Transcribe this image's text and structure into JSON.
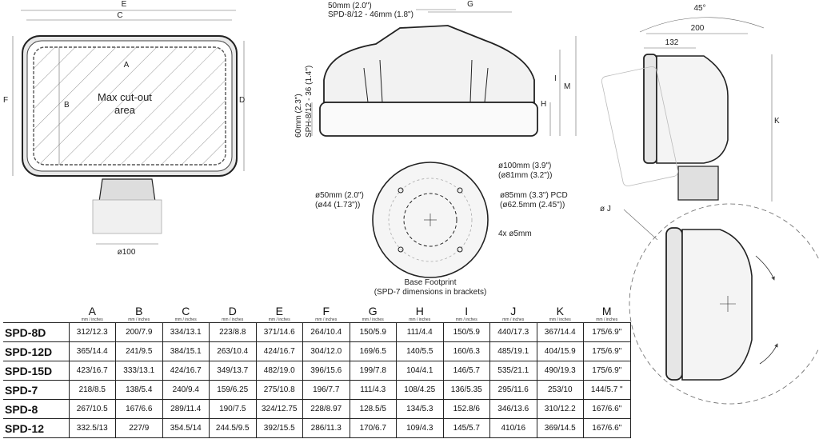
{
  "labels": {
    "E": "E",
    "C": "C",
    "A": "A",
    "B": "B",
    "F": "F",
    "D": "D",
    "cutout": "Max cut-out",
    "cutout2": "area",
    "d100": "ø100",
    "g_top1": "50mm (2.0\")",
    "g_top2": "SPD-8/12 - 46mm (1.8\")",
    "G": "G",
    "H": "H",
    "I": "I",
    "M": "M",
    "side1": "60mm (2.3\")",
    "side2": "SPH-8/12 - 36 (1.4\")",
    "deg45": "45°",
    "n200": "200",
    "n132": "132",
    "K": "K",
    "oJ": "ø J",
    "fp_100a": "ø100mm (3.9\")",
    "fp_100b": "(ø81mm (3.2\"))",
    "fp_50a": "ø50mm (2.0\")",
    "fp_50b": "(ø44 (1.73\"))",
    "fp_85a": "ø85mm (3.3\") PCD",
    "fp_85b": "(ø62.5mm (2.45\"))",
    "fp_5": "4x ø5mm",
    "fp_cap1": "Base Footprint",
    "fp_cap2": "(SPD-7 dimensions in brackets)"
  },
  "table": {
    "unit": "mm / inches",
    "columns": [
      "A",
      "B",
      "C",
      "D",
      "E",
      "F",
      "G",
      "H",
      "I",
      "J",
      "K",
      "M"
    ],
    "rows": [
      {
        "model": "SPD-8D",
        "cells": [
          "312/12.3",
          "200/7.9",
          "334/13.1",
          "223/8.8",
          "371/14.6",
          "264/10.4",
          "150/5.9",
          "111/4.4",
          "150/5.9",
          "440/17.3",
          "367/14.4",
          "175/6.9\""
        ]
      },
      {
        "model": "SPD-12D",
        "cells": [
          "365/14.4",
          "241/9.5",
          "384/15.1",
          "263/10.4",
          "424/16.7",
          "304/12.0",
          "169/6.5",
          "140/5.5",
          "160/6.3",
          "485/19.1",
          "404/15.9",
          "175/6.9\""
        ]
      },
      {
        "model": "SPD-15D",
        "cells": [
          "423/16.7",
          "333/13.1",
          "424/16.7",
          "349/13.7",
          "482/19.0",
          "396/15.6",
          "199/7.8",
          "104/4.1",
          "146/5.7",
          "535/21.1",
          "490/19.3",
          "175/6.9\""
        ]
      },
      {
        "model": "SPD-7",
        "cells": [
          "218/8.5",
          "138/5.4",
          "240/9.4",
          "159/6.25",
          "275/10.8",
          "196/7.7",
          "111/4.3",
          "108/4.25",
          "136/5.35",
          "295/11.6",
          "253/10",
          "144/5.7 \""
        ]
      },
      {
        "model": "SPD-8",
        "cells": [
          "267/10.5",
          "167/6.6",
          "289/11.4",
          "190/7.5",
          "324/12.75",
          "228/8.97",
          "128.5/5",
          "134/5.3",
          "152.8/6",
          "346/13.6",
          "310/12.2",
          "167/6.6\""
        ]
      },
      {
        "model": "SPD-12",
        "cells": [
          "332.5/13",
          "227/9",
          "354.5/14",
          "244.5/9.5",
          "392/15.5",
          "286/11.3",
          "170/6.7",
          "109/4.3",
          "145/5.7",
          "410/16",
          "369/14.5",
          "167/6.6\""
        ]
      }
    ]
  }
}
